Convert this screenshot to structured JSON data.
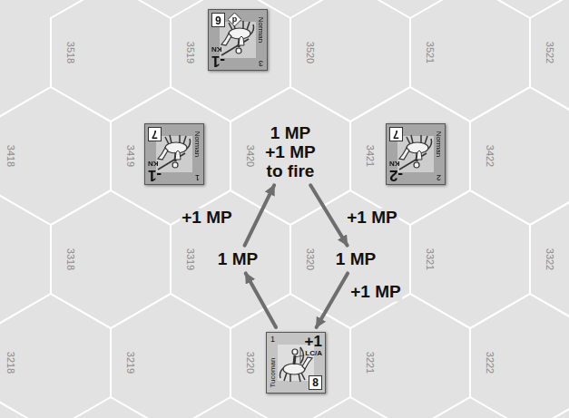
{
  "diagram": {
    "nodes": [
      {
        "text": [
          "3518"
        ]
      },
      {
        "text": [
          "3519"
        ]
      },
      {
        "text": [
          "3520"
        ]
      },
      {
        "text": [
          "3521"
        ]
      },
      {
        "text": [
          "3522"
        ]
      },
      {
        "text": [
          "3418"
        ]
      },
      {
        "text": [
          "3419"
        ]
      },
      {
        "text": [
          "3420",
          "1 MP +1 MP to fire"
        ]
      },
      {
        "text": [
          "3421"
        ]
      },
      {
        "text": [
          "3422"
        ]
      },
      {
        "text": [
          "3318"
        ]
      },
      {
        "text": [
          "3319",
          "1 MP"
        ]
      },
      {
        "text": [
          "3320",
          "1 MP"
        ]
      },
      {
        "text": [
          "3321"
        ]
      },
      {
        "text": [
          "3322"
        ]
      },
      {
        "text": [
          "3218"
        ]
      },
      {
        "text": [
          "3219"
        ]
      },
      {
        "text": [
          "3220"
        ]
      },
      {
        "text": [
          "3221"
        ]
      },
      {
        "text": [
          "3222"
        ]
      },
      {
        "text": [
          "3",
          "-1",
          "KN",
          "Norman",
          "6",
          "d"
        ],
        "in": 1
      },
      {
        "text": [
          "1",
          "-1",
          "KN",
          "Norman",
          "7"
        ],
        "in": 6
      },
      {
        "text": [
          "2",
          "-2",
          "KN",
          "Norman",
          "7"
        ],
        "in": 8
      },
      {
        "text": [
          "1",
          "+1",
          "LC/A",
          "Tucoman",
          "8"
        ],
        "in": 17
      }
    ],
    "edges": [
      {
        "from": 17,
        "to": 11,
        "arrow": "to"
      },
      {
        "from": 11,
        "to": 7,
        "arrow": "to",
        "label": "+1 MP"
      },
      {
        "from": 7,
        "to": 12,
        "arrow": "to",
        "label": "+1 MP"
      },
      {
        "from": 12,
        "to": 17,
        "arrow": "to",
        "label": "+1 MP"
      }
    ]
  }
}
